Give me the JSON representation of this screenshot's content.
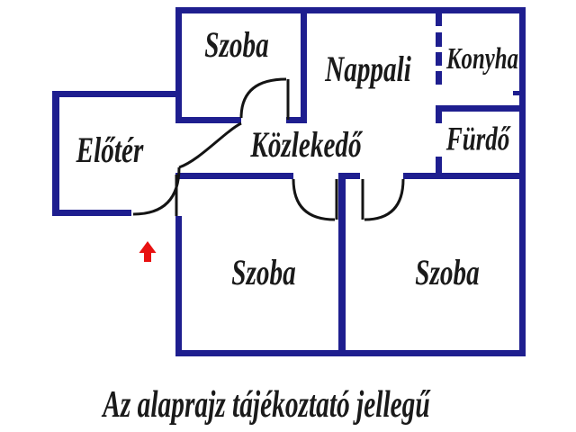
{
  "floor_plan": {
    "rooms": {
      "szoba_top": {
        "label": "Szoba"
      },
      "nappali": {
        "label": "Nappali"
      },
      "konyha": {
        "label": "Konyha"
      },
      "furdo": {
        "label": "Fürdő"
      },
      "eloter": {
        "label": "Előtér"
      },
      "kozlekedo": {
        "label": "Közlekedő"
      },
      "szoba_bottom_left": {
        "label": "Szoba"
      },
      "szoba_bottom_right": {
        "label": "Szoba"
      }
    },
    "caption": "Az alaprajz tájékoztató jellegű",
    "icons": {
      "entrance_arrow": "up-arrow"
    }
  },
  "colors": {
    "wall": "#1e1e8f",
    "door_line": "#141414",
    "entrance_arrow": "#e81111",
    "text": "#1a1a1a",
    "background": "#ffffff"
  }
}
